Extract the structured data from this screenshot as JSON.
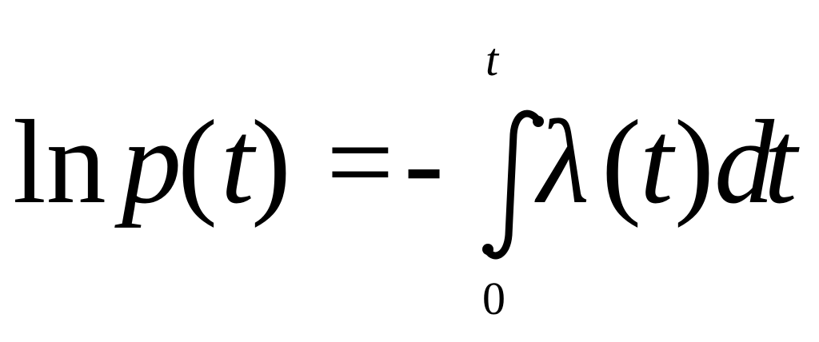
{
  "equation": {
    "ln": "ln",
    "p": "p",
    "left_paren_1": "(",
    "t_1": "t",
    "right_paren_1": ")",
    "equals": "=",
    "minus": "-",
    "integral_upper_limit": "t",
    "integral_lower_limit": "0",
    "lambda": "λ",
    "left_paren_2": "(",
    "t_2": "t",
    "right_paren_2": ")",
    "d": "d",
    "t_3": "t"
  }
}
